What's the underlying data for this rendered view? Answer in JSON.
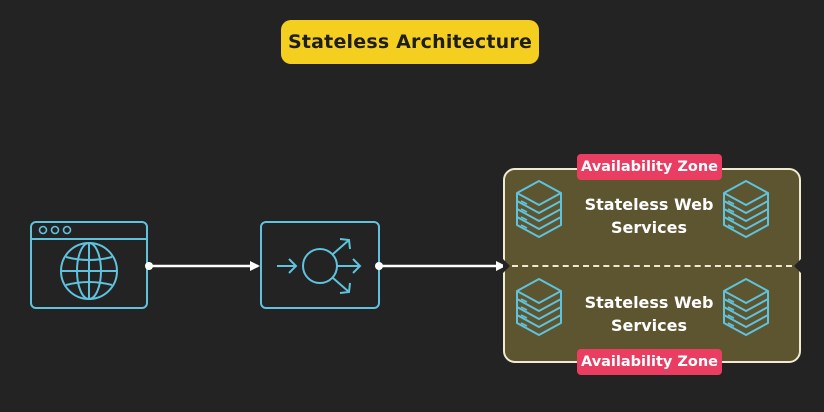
{
  "title": "Stateless Architecture",
  "zones": {
    "top_label": "Availability Zone",
    "bottom_label": "Availability Zone"
  },
  "services": {
    "top": [
      "Stateless Web",
      "Services"
    ],
    "bottom": [
      "Stateless Web",
      "Services"
    ]
  },
  "nodes": {
    "client_icon": "browser-globe-icon",
    "load_balancer_icon": "load-balancer-icon",
    "server_icon": "server-stack-icon"
  },
  "colors": {
    "background": "#232323",
    "title_bg": "#f4cf1f",
    "zone_bg": "#5d5430",
    "zone_label_bg": "#e93e62",
    "icon_stroke": "#5fc3de",
    "arrow": "#ffffff"
  }
}
